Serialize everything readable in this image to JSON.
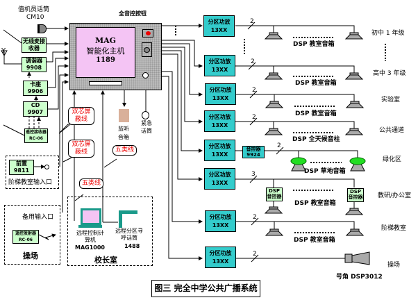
{
  "title": "图三  完全中学公共广播系统",
  "host": {
    "line1": "MAG",
    "line2": "智能化主机",
    "line3": "1189",
    "button_label": "全音控按钮"
  },
  "inputs": {
    "mic": "值机员话筒",
    "mic_model": "CM10",
    "wireless": "无线麦接收器",
    "tuner": "调谐器",
    "tuner_model": "9908",
    "deck": "卡座",
    "deck_model": "9906",
    "cd": "CD",
    "cd_model": "9907",
    "remote_rx": "遥控接收器 RC-06",
    "preamp": "前置",
    "preamp_model": "9811",
    "lecture_input": "阶梯教室输入口",
    "spare_input": "备用输入口",
    "remote_tx": "遥控发射器 RC-06",
    "playground": "操场"
  },
  "monitor": "监听音箱",
  "emergency_mic": "紧急话筒",
  "cables": {
    "shielded": "双芯屏蔽线",
    "cat5": "五类线"
  },
  "principal": {
    "room": "校长室",
    "pc": "远程控制计算机",
    "pc_model": "MAG1000",
    "paging": "远程分区寻呼话筒",
    "paging_model": "1488"
  },
  "amp": {
    "label": "分区功放",
    "model": "13XX"
  },
  "zones": [
    {
      "wires": "2",
      "speakers": "DSP 教室音箱",
      "name": "初中 1 年级"
    },
    {
      "wires": "2",
      "speakers": "DSP 教室音箱",
      "name": "高中 3 年级"
    },
    {
      "wires": "2",
      "speakers": "DSP 教室音箱",
      "name": "实验室"
    },
    {
      "wires": "2",
      "speakers": "DSP 全天候音柱",
      "name": "公共通道"
    },
    {
      "wires": "2",
      "speakers": "DSP 草地音箱",
      "name": "绿化区",
      "controller": "音控器",
      "controller_model": "9924"
    },
    {
      "wires": "3",
      "speakers": "DSP 教室音箱",
      "name": "教研/办公室",
      "volume": "DSP 音控器"
    },
    {
      "wires": "2",
      "speakers": "DSP 教室音箱",
      "name": "阶梯教室"
    },
    {
      "wires": "2",
      "speakers": "号角 DSP3012",
      "name": "操场"
    }
  ]
}
